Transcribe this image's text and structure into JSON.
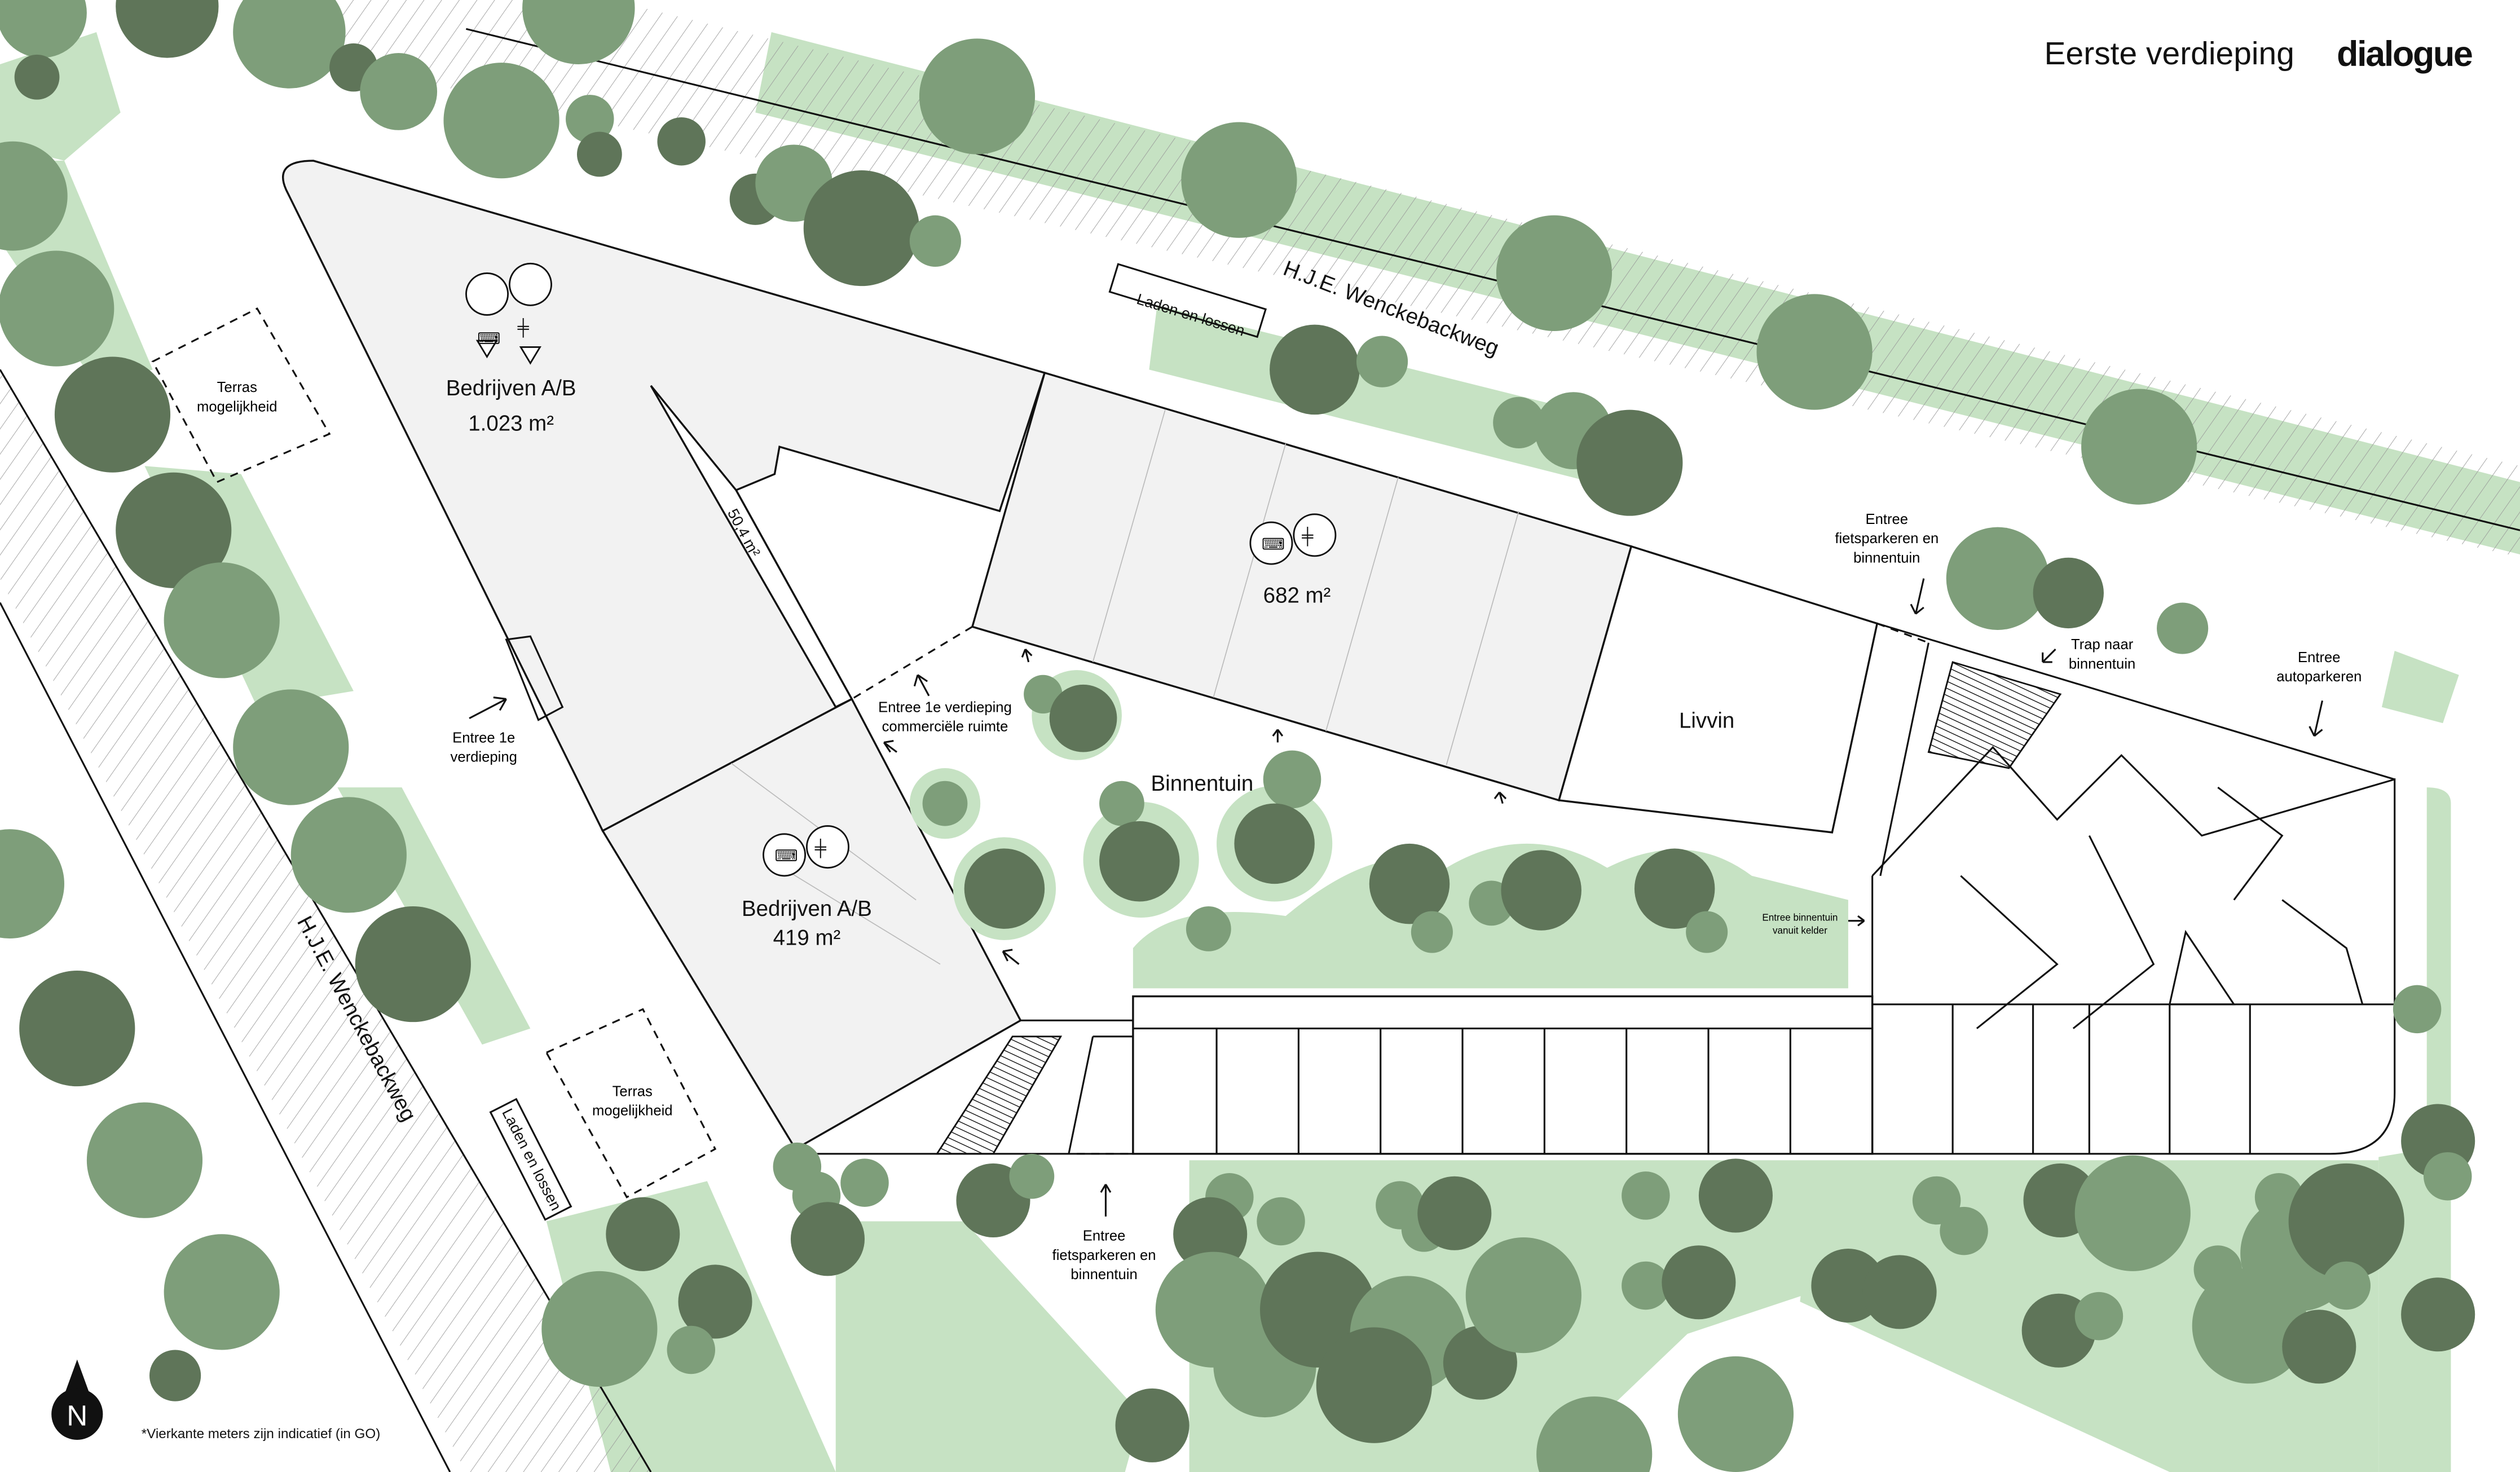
{
  "header": {
    "floor_title": "Eerste verdieping",
    "brand": "dialogue"
  },
  "colors": {
    "tree_dark": "#5f7559",
    "tree_mid": "#7e9e7a",
    "grass": "#c6e2c3",
    "building": "#f2f2f2"
  },
  "streets": {
    "north": "H.J.E. Wenckebackweg",
    "west": "H.J.E. Wenckebackweg"
  },
  "units": {
    "ab_north": {
      "name": "Bedrijven A/B",
      "area": "1.023 m²",
      "icons": [
        "office-worker-icon",
        "gym-dumbbell-icon"
      ]
    },
    "middle": {
      "area": "682 m²",
      "icons": [
        "office-worker-icon",
        "gym-dumbbell-icon"
      ]
    },
    "ab_south": {
      "name": "Bedrijven A/B",
      "area": "419 m²",
      "icons": [
        "office-worker-icon",
        "gym-dumbbell-icon"
      ]
    },
    "small": {
      "area": "50,4 m²"
    },
    "livvin": {
      "name": "Livvin"
    }
  },
  "areas": {
    "courtyard": "Binnentuin",
    "terrace_1": "Terras mogelijkheid",
    "terrace_2": "Terras mogelijkheid",
    "loading_north": "Laden en lossen",
    "loading_west": "Laden en lossen"
  },
  "annotations": {
    "entrance_first_floor": "Entree 1e verdieping",
    "entrance_commercial": "Entree 1e verdieping commerciële ruimte",
    "entrance_bikes_north": "Entree fietsparkeren en binnentuin",
    "stairs_courtyard": "Trap naar binnentuin",
    "entrance_car": "Entree autoparkeren",
    "entrance_courtyard_basement": "Entree binnentuin vanuit kelder",
    "entrance_bikes_south": "Entree fietsparkeren en binnentuin"
  },
  "footer": {
    "north_label": "N",
    "disclaimer": "*Vierkante meters zijn indicatief (in GO)"
  }
}
